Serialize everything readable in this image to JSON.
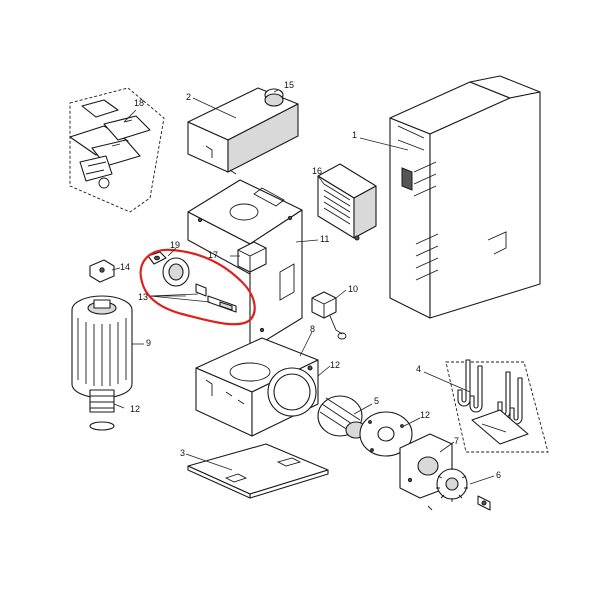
{
  "diagram": {
    "highlight_color": "#e0201b",
    "callouts": {
      "c1": "1",
      "c2": "2",
      "c3": "3",
      "c4": "4",
      "c5": "5",
      "c6": "6",
      "c7": "7",
      "c8": "8",
      "c9": "9",
      "c10": "10",
      "c11": "11",
      "c12a": "12",
      "c12b": "12",
      "c12c": "12",
      "c13": "13",
      "c14": "14",
      "c15": "15",
      "c16": "16",
      "c17": "17",
      "c18": "18",
      "c19": "19"
    }
  }
}
